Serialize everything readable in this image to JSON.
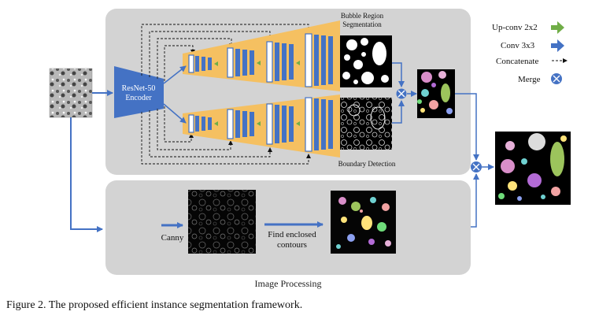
{
  "diagram": {
    "encoder_label_line1": "ResNet-50",
    "encoder_label_line2": "Encoder",
    "bubble_region_line1": "Bubble Region",
    "bubble_region_line2": "Segmentation",
    "boundary_detection": "Boundary Detection",
    "image_processing": "Image Processing",
    "canny": "Canny",
    "find_contours_line1": "Find enclosed",
    "find_contours_line2": "contours"
  },
  "legend": {
    "upconv": "Up-conv 2x2",
    "conv": "Conv 3x3",
    "concatenate": "Concatenate",
    "merge": "Merge"
  },
  "caption": "Figure 2. The proposed efficient instance segmentation framework.",
  "colors": {
    "panel": "#d3d3d3",
    "blue": "#4472c4",
    "yellow": "#f5c061",
    "green": "#70ad47",
    "arrow": "#4472c4"
  }
}
